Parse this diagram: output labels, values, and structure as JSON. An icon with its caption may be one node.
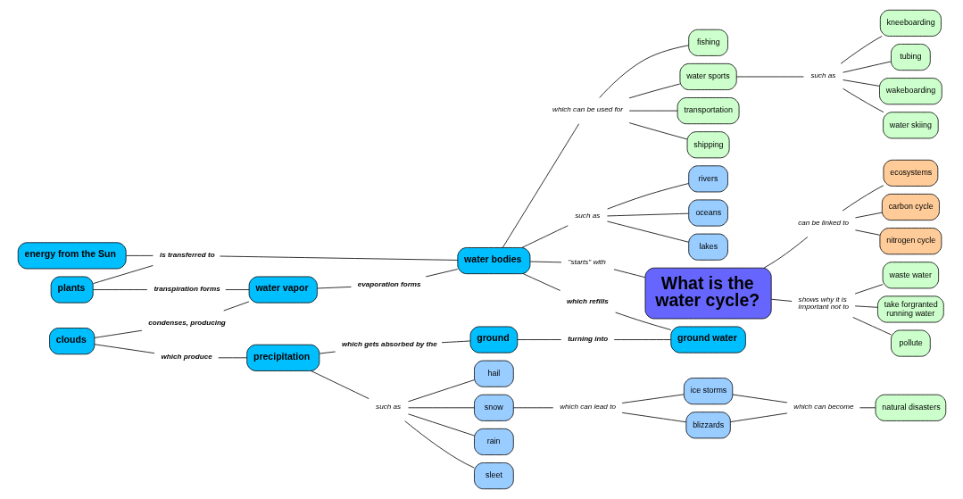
{
  "diagram": {
    "nodes": [
      {
        "text": [
          "plants"
        ]
      },
      {
        "text": [
          "clouds"
        ]
      },
      {
        "text": [
          "transportation"
        ]
      },
      {
        "text": [
          "energy from the Sun"
        ]
      },
      {
        "text": [
          "shipping"
        ]
      },
      {
        "text": [
          "condenses, producing"
        ]
      },
      {
        "text": [
          "transpiration forms"
        ]
      },
      {
        "text": [
          "which can be used for"
        ]
      },
      {
        "text": [
          "rain"
        ]
      },
      {
        "text": [
          "sleet"
        ]
      },
      {
        "text": [
          "which produce"
        ]
      },
      {
        "text": [
          "water vapor"
        ]
      },
      {
        "text": [
          "is transferred to"
        ]
      },
      {
        "text": [
          "fishing"
        ]
      },
      {
        "text": [
          "water sports"
        ]
      },
      {
        "text": [
          "water skiing"
        ]
      },
      {
        "text": [
          "hail"
        ]
      },
      {
        "text": [
          "such as"
        ]
      },
      {
        "text": [
          "precipitation"
        ]
      },
      {
        "text": [
          "evaporation forms"
        ]
      },
      {
        "text": [
          "such as"
        ]
      },
      {
        "text": [
          "which gets absorbed by the"
        ]
      },
      {
        "text": [
          "kneeboarding"
        ]
      },
      {
        "text": [
          "water bodies"
        ]
      },
      {
        "text": [
          "oceans"
        ]
      },
      {
        "text": [
          "snow"
        ]
      },
      {
        "text": [
          "tubing"
        ]
      },
      {
        "text": [
          "which can lead to"
        ]
      },
      {
        "text": [
          "turning into"
        ]
      },
      {
        "text": [
          "such as"
        ]
      },
      {
        "text": [
          "which refills"
        ]
      },
      {
        "text": [
          "wakeboarding"
        ]
      },
      {
        "text": [
          "lakes"
        ]
      },
      {
        "text": [
          "ground"
        ]
      },
      {
        "text": [
          "blizzards"
        ]
      },
      {
        "text": [
          "ground water"
        ]
      },
      {
        "text": [
          "ice storms"
        ]
      },
      {
        "text": [
          "rivers"
        ]
      },
      {
        "text": [
          "\"starts\" with"
        ]
      },
      {
        "text": [
          "which can become"
        ]
      },
      {
        "text": [
          "pollute"
        ]
      },
      {
        "text": [
          "waste water"
        ]
      },
      {
        "text": [
          "What is the water cycle?"
        ]
      },
      {
        "text": [
          "shows why it is important not to"
        ]
      },
      {
        "text": [
          "take forgranted running water"
        ]
      },
      {
        "text": [
          "natural disasters"
        ]
      },
      {
        "text": [
          "nitrogen cycle"
        ]
      },
      {
        "text": [
          "can be linked to"
        ]
      },
      {
        "text": [
          "ecosystems"
        ]
      },
      {
        "text": [
          "carbon cycle"
        ]
      }
    ],
    "edges": [
      {
        "from": 1,
        "to": 5,
        "arrow": "none"
      },
      {
        "from": 5,
        "to": 11,
        "arrow": "none"
      },
      {
        "from": 0,
        "to": 6,
        "arrow": "none"
      },
      {
        "from": 6,
        "to": 11,
        "arrow": "none"
      },
      {
        "from": 1,
        "to": 10,
        "arrow": "none"
      },
      {
        "from": 10,
        "to": 18,
        "arrow": "none"
      },
      {
        "from": 11,
        "to": 19,
        "arrow": "none"
      },
      {
        "from": 19,
        "to": 23,
        "arrow": "none"
      },
      {
        "from": 0,
        "to": 12,
        "arrow": "none"
      },
      {
        "from": 3,
        "to": 12,
        "arrow": "none"
      },
      {
        "from": 12,
        "to": 23,
        "arrow": "none"
      },
      {
        "from": 23,
        "to": 7,
        "arrow": "none"
      },
      {
        "from": 7,
        "to": 2,
        "arrow": "none"
      },
      {
        "from": 7,
        "to": 4,
        "arrow": "none"
      },
      {
        "from": 7,
        "to": 13,
        "arrow": "none"
      },
      {
        "from": 7,
        "to": 14,
        "arrow": "none"
      },
      {
        "from": 14,
        "to": 20,
        "arrow": "none"
      },
      {
        "from": 20,
        "to": 15,
        "arrow": "none"
      },
      {
        "from": 20,
        "to": 22,
        "arrow": "none"
      },
      {
        "from": 20,
        "to": 26,
        "arrow": "none"
      },
      {
        "from": 20,
        "to": 31,
        "arrow": "none"
      },
      {
        "from": 18,
        "to": 17,
        "arrow": "none"
      },
      {
        "from": 17,
        "to": 8,
        "arrow": "none"
      },
      {
        "from": 17,
        "to": 9,
        "arrow": "none"
      },
      {
        "from": 17,
        "to": 16,
        "arrow": "none"
      },
      {
        "from": 17,
        "to": 25,
        "arrow": "none"
      },
      {
        "from": 18,
        "to": 21,
        "arrow": "none"
      },
      {
        "from": 21,
        "to": 33,
        "arrow": "none"
      },
      {
        "from": 33,
        "to": 28,
        "arrow": "none"
      },
      {
        "from": 28,
        "to": 35,
        "arrow": "none"
      },
      {
        "from": 23,
        "to": 30,
        "arrow": "none"
      },
      {
        "from": 30,
        "to": 35,
        "arrow": "none"
      },
      {
        "from": 23,
        "to": 29,
        "arrow": "none"
      },
      {
        "from": 29,
        "to": 24,
        "arrow": "none"
      },
      {
        "from": 29,
        "to": 32,
        "arrow": "none"
      },
      {
        "from": 29,
        "to": 37,
        "arrow": "none"
      },
      {
        "from": 25,
        "to": 27,
        "arrow": "none"
      },
      {
        "from": 27,
        "to": 34,
        "arrow": "none"
      },
      {
        "from": 27,
        "to": 36,
        "arrow": "none"
      },
      {
        "from": 34,
        "to": 39,
        "arrow": "none"
      },
      {
        "from": 36,
        "to": 39,
        "arrow": "none"
      },
      {
        "from": 39,
        "to": 45,
        "arrow": "none"
      },
      {
        "from": 23,
        "to": 38,
        "arrow": "none"
      },
      {
        "from": 38,
        "to": 42,
        "arrow": "none"
      },
      {
        "from": 42,
        "to": 43,
        "arrow": "none"
      },
      {
        "from": 43,
        "to": 40,
        "arrow": "none"
      },
      {
        "from": 43,
        "to": 41,
        "arrow": "none"
      },
      {
        "from": 43,
        "to": 44,
        "arrow": "none"
      },
      {
        "from": 42,
        "to": 47,
        "arrow": "none"
      },
      {
        "from": 47,
        "to": 46,
        "arrow": "none"
      },
      {
        "from": 47,
        "to": 49,
        "arrow": "none"
      },
      {
        "from": 47,
        "to": 48,
        "arrow": "none"
      }
    ]
  }
}
